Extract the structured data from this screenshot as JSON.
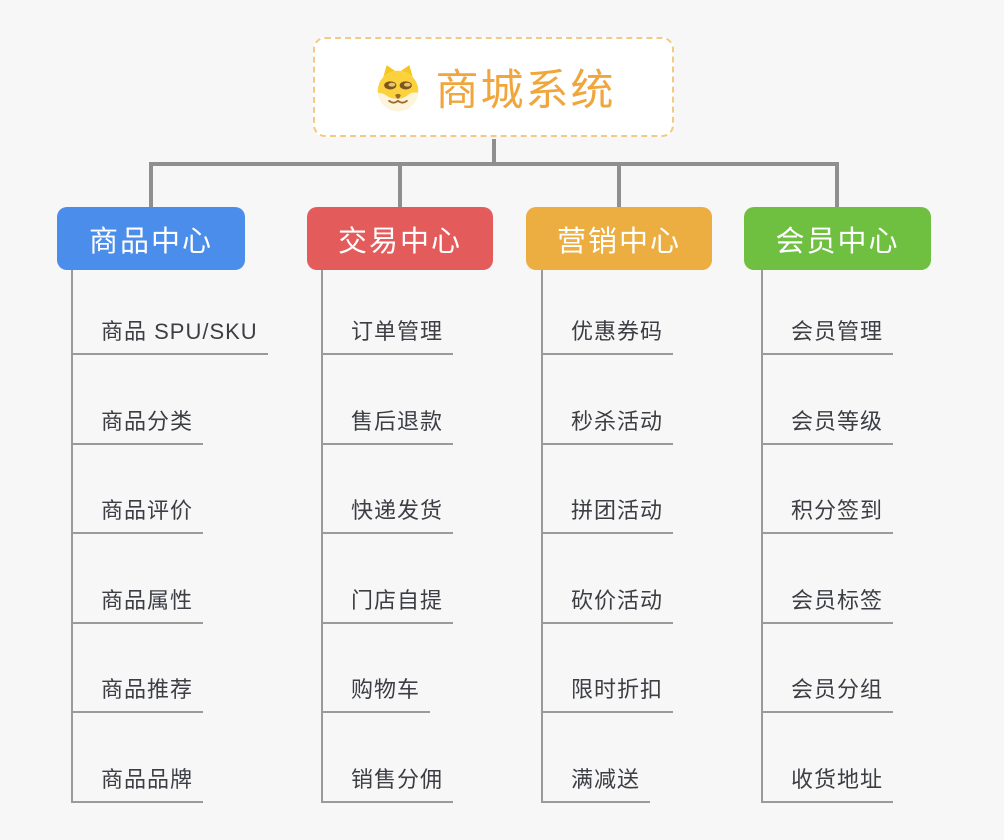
{
  "root": {
    "title": "商城系统",
    "icon": "doge-icon"
  },
  "branches": [
    {
      "label": "商品中心",
      "color": "#4B8DEA",
      "items": [
        "商品 SPU/SKU",
        "商品分类",
        "商品评价",
        "商品属性",
        "商品推荐",
        "商品品牌"
      ]
    },
    {
      "label": "交易中心",
      "color": "#E45B5B",
      "items": [
        "订单管理",
        "售后退款",
        "快递发货",
        "门店自提",
        "购物车",
        "销售分佣"
      ]
    },
    {
      "label": "营销中心",
      "color": "#ECAE41",
      "items": [
        "优惠券码",
        "秒杀活动",
        "拼团活动",
        "砍价活动",
        "限时折扣",
        "满减送"
      ]
    },
    {
      "label": "会员中心",
      "color": "#6FC040",
      "items": [
        "会员管理",
        "会员等级",
        "积分签到",
        "会员标签",
        "会员分组",
        "收货地址"
      ]
    }
  ],
  "theme": {
    "background": "#F7F7F7",
    "root_text_color": "#F0A63C",
    "root_border_color": "#F3C983",
    "connector_color": "#8F8F8F",
    "underline_color": "#9A9A9A",
    "leaf_text_color": "#3C3E43"
  }
}
